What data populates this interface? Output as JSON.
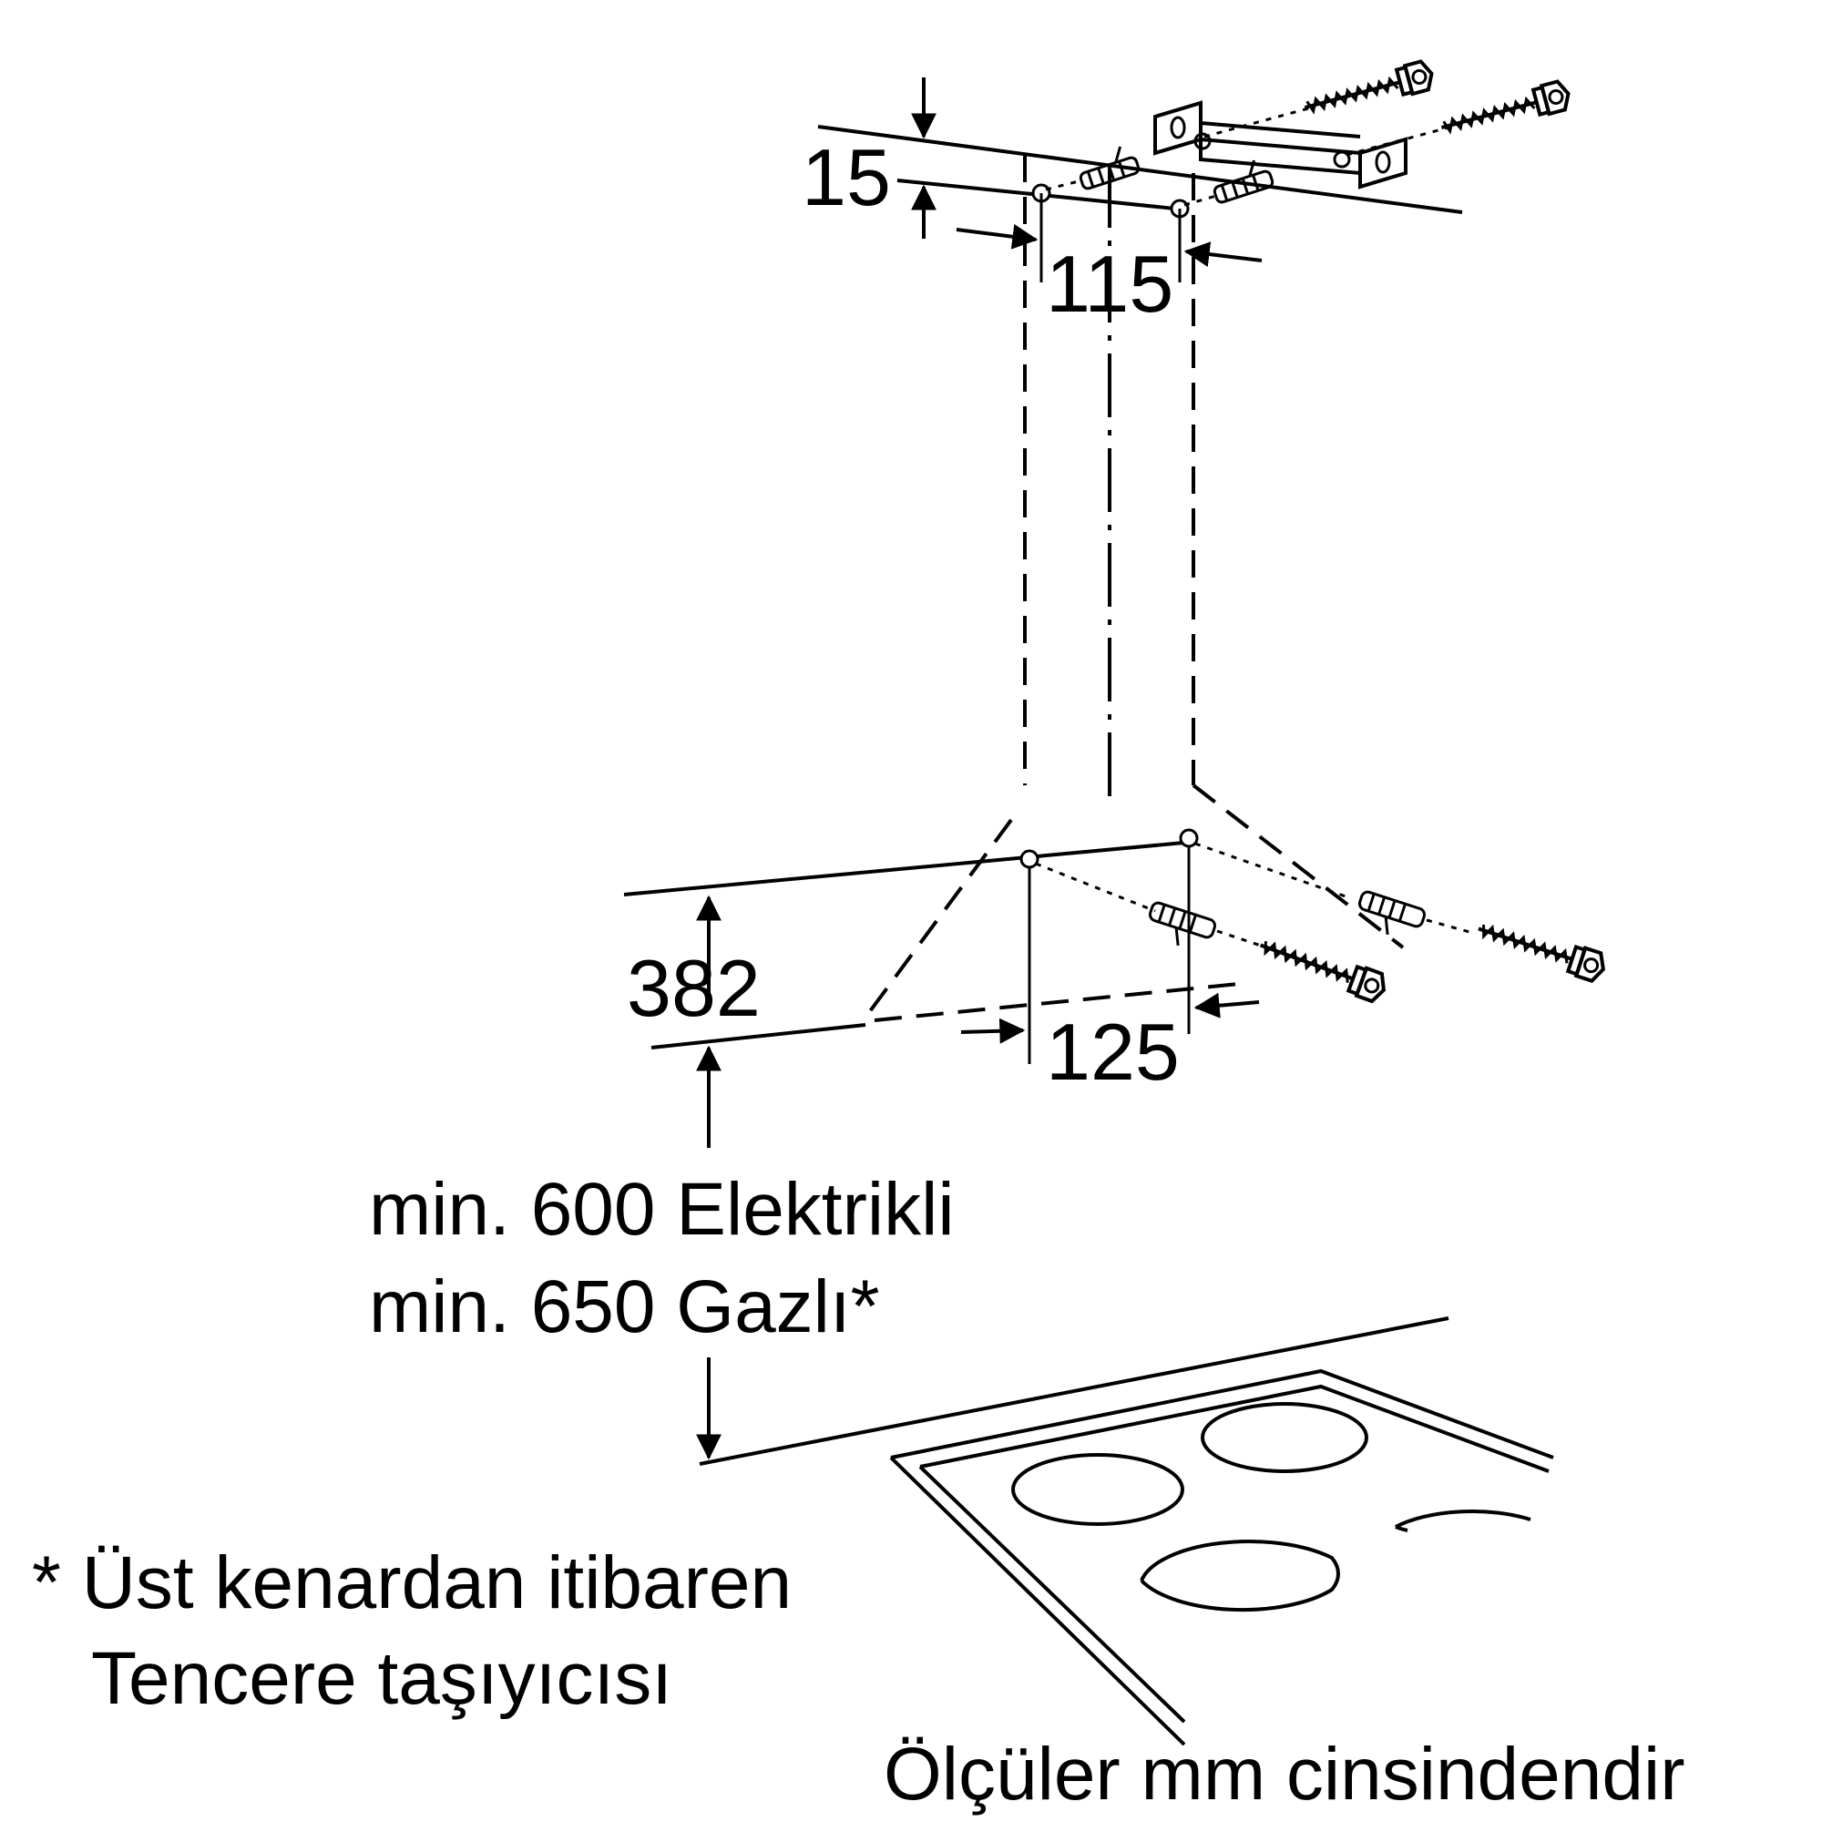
{
  "dimensions": {
    "top_offset": "15",
    "top_spacing": "115",
    "bottom_spacing": "125",
    "bottom_height": "382"
  },
  "clearance": {
    "electric": "min. 600 Elektrikli",
    "gas": "min. 650 Gazlı*"
  },
  "footnote": {
    "line1": "* Üst kenardan itibaren",
    "line2": "Tencere taşıyıcısı"
  },
  "units_note": "Ölçüler mm cinsindendir"
}
